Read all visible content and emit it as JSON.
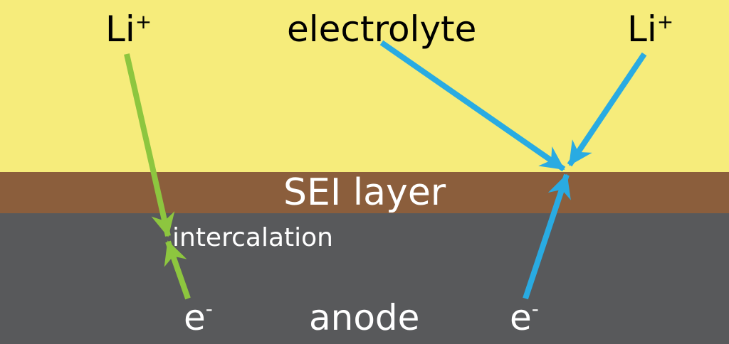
{
  "colors": {
    "electrolyte": "#f6ec7b",
    "sei": "#8b5e3c",
    "anode": "#58595b",
    "green_arrow": "#8dc63f",
    "blue_arrow": "#29abe2",
    "dark_text": "#000000",
    "light_text": "#ffffff"
  },
  "labels": {
    "li_left": "Li",
    "li_left_sup": "+",
    "electrolyte": "electrolyte",
    "li_right": "Li",
    "li_right_sup": "+",
    "sei_layer": "SEI layer",
    "intercalation": "intercalation",
    "electron_left": "e",
    "electron_left_sup": "-",
    "anode": "anode",
    "electron_right": "e",
    "electron_right_sup": "-"
  }
}
